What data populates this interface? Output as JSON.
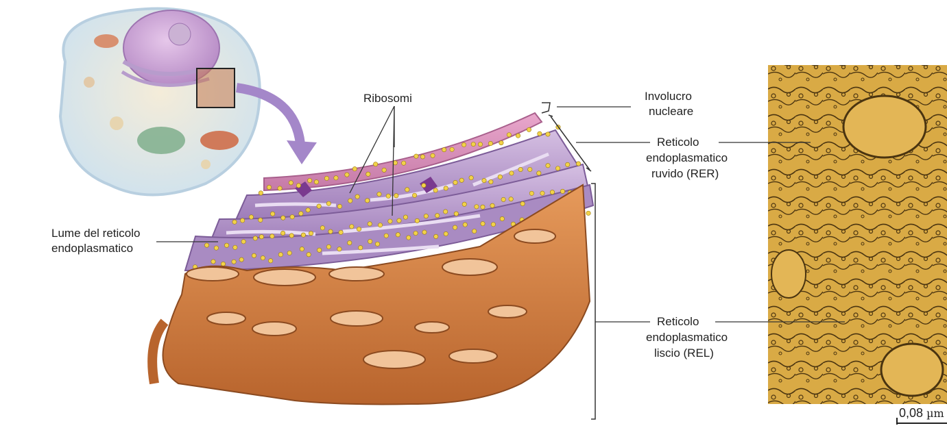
{
  "labels": {
    "ribosomi": "Ribosomi",
    "lume_line1": "Lume del reticolo",
    "lume_line2": "endoplasmatico",
    "involucro_line1": "Involucro",
    "involucro_line2": "nucleare",
    "rer_line1": "Reticolo",
    "rer_line2": "endoplasmatico",
    "rer_line3": "ruvido (RER)",
    "rel_line1": "Reticolo",
    "rel_line2": "endoplasmatico",
    "rel_line3": "liscio (REL)"
  },
  "scale_bar": {
    "value": "0,08",
    "unit": "µm"
  },
  "colors": {
    "rough_er": "#b595c8",
    "smooth_er": "#c9783c",
    "ribosome": "#f2d24a",
    "nuclear_envelope": "#d889b4",
    "micrograph_bg": "#d6a53a",
    "arrow": "#a487c9"
  }
}
